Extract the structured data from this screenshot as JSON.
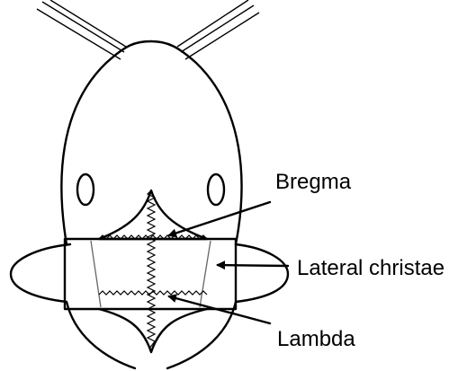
{
  "labels": {
    "bregma": "Bregma",
    "lateral_christae": "Lateral christae",
    "lambda": "Lambda"
  },
  "colors": {
    "ink": "#000000",
    "background": "#ffffff"
  }
}
